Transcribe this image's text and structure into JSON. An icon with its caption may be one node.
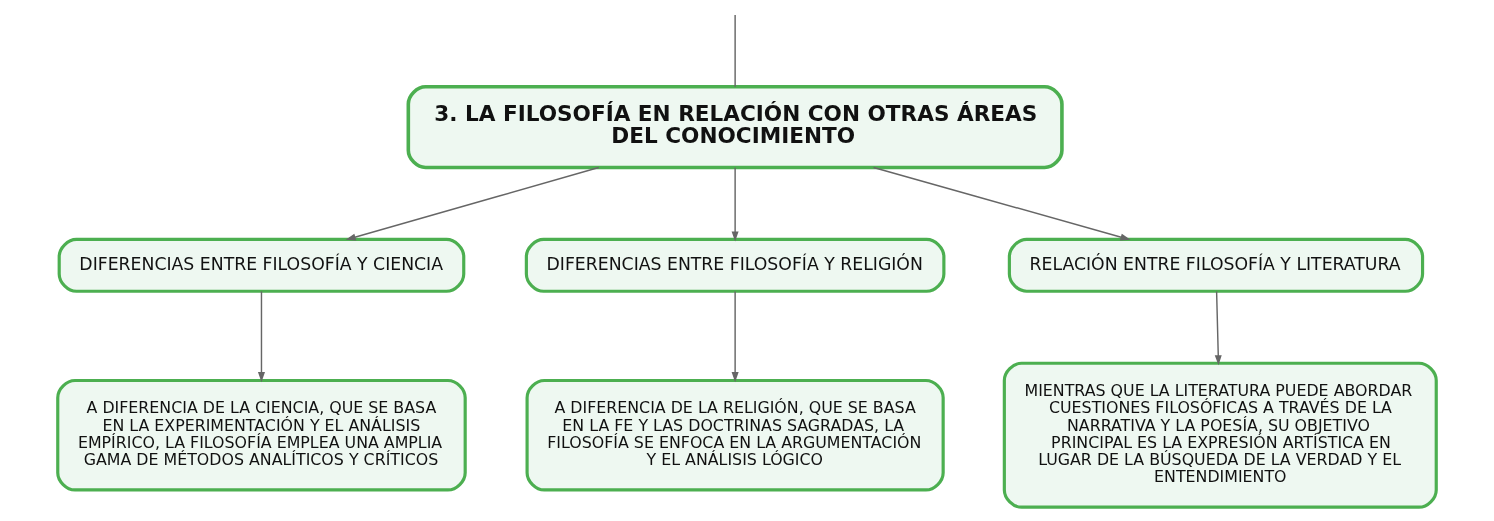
{
  "diagram": {
    "nodes": [
      {
        "text": [
          "3. LA FILOSOFÍA EN RELACIÓN CON OTRAS ÁREAS DEL CONOCIMIENTO"
        ]
      },
      {
        "text": [
          "DIFERENCIAS ENTRE FILOSOFÍA Y CIENCIA"
        ]
      },
      {
        "text": [
          "DIFERENCIAS ENTRE FILOSOFÍA Y RELIGIÓN"
        ]
      },
      {
        "text": [
          "RELACIÓN ENTRE FILOSOFÍA Y LITERATURA"
        ]
      },
      {
        "text": [
          "A DIFERENCIA DE LA CIENCIA, QUE SE BASA EN LA EXPERIMENTACIÓN Y EL ANÁLISIS EMPÍRICO, LA FILOSOFÍA EMPLEA UNA AMPLIA GAMA DE MÉTODOS ANALÍTICOS Y CRÍTICOS"
        ]
      },
      {
        "text": [
          "A DIFERENCIA DE LA RELIGIÓN, QUE SE BASA EN LA FE Y LAS DOCTRINAS SAGRADAS, LA FILOSOFÍA SE ENFOCA EN LA ARGUMENTACIÓN Y EL ANÁLISIS LÓGICO"
        ]
      },
      {
        "text": [
          "MIENTRAS QUE LA LITERATURA PUEDE ABORDAR CUESTIONES FILOSÓFICAS A TRAVÉS DE LA NARRATIVA Y LA POESÍA, SU OBJETIVO PRINCIPAL ES LA EXPRESIÓN ARTÍSTICA EN LUGAR DE LA BÚSQUEDA DE LA VERDAD Y EL ENTENDIMIENTO"
        ]
      }
    ],
    "edges": [
      {
        "from": null,
        "to": 0,
        "arrow": "none"
      },
      {
        "from": 0,
        "to": 1,
        "arrow": "to"
      },
      {
        "from": 0,
        "to": 2,
        "arrow": "to"
      },
      {
        "from": 0,
        "to": 3,
        "arrow": "to"
      },
      {
        "from": 1,
        "to": 4,
        "arrow": "to"
      },
      {
        "from": 2,
        "to": 5,
        "arrow": "to"
      },
      {
        "from": 3,
        "to": 6,
        "arrow": "to"
      }
    ]
  }
}
